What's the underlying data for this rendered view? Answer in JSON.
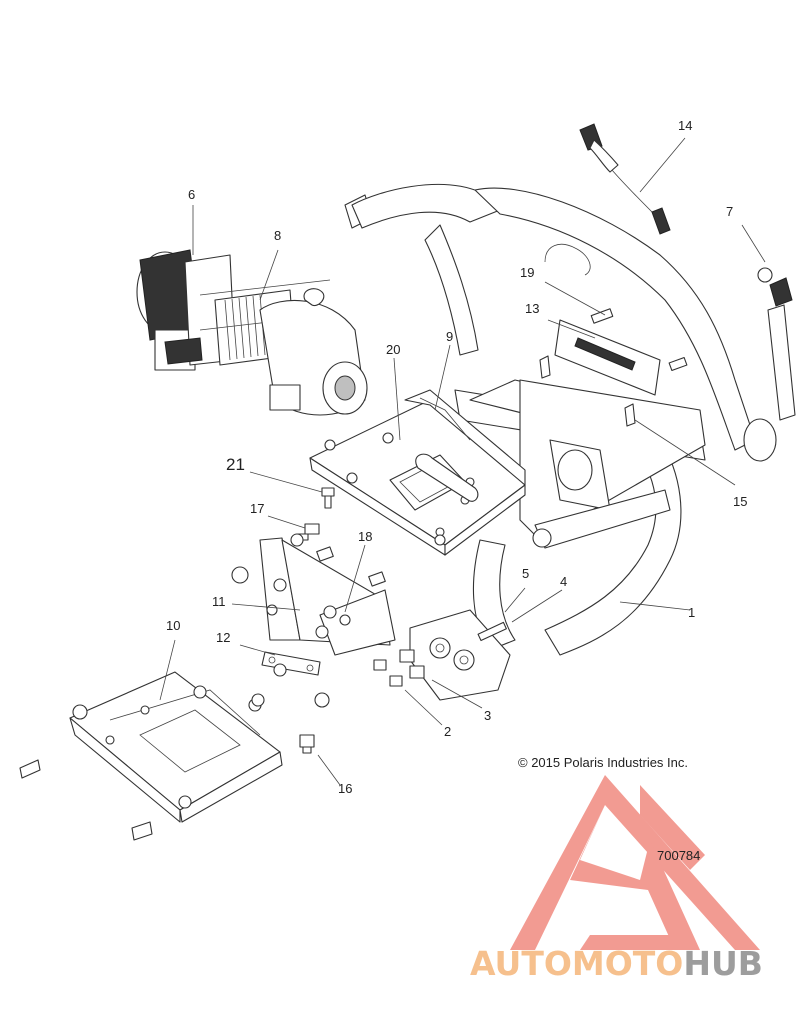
{
  "diagram": {
    "callouts": [
      {
        "id": "1",
        "label": "1"
      },
      {
        "id": "2",
        "label": "2"
      },
      {
        "id": "3",
        "label": "3"
      },
      {
        "id": "4",
        "label": "4"
      },
      {
        "id": "5",
        "label": "5"
      },
      {
        "id": "6",
        "label": "6"
      },
      {
        "id": "7",
        "label": "7"
      },
      {
        "id": "8",
        "label": "8"
      },
      {
        "id": "9",
        "label": "9"
      },
      {
        "id": "10",
        "label": "10"
      },
      {
        "id": "11",
        "label": "11"
      },
      {
        "id": "12",
        "label": "12"
      },
      {
        "id": "13",
        "label": "13"
      },
      {
        "id": "14",
        "label": "14"
      },
      {
        "id": "15",
        "label": "15"
      },
      {
        "id": "16",
        "label": "16"
      },
      {
        "id": "17",
        "label": "17"
      },
      {
        "id": "18",
        "label": "18"
      },
      {
        "id": "19",
        "label": "19"
      },
      {
        "id": "20",
        "label": "20"
      },
      {
        "id": "21",
        "label": "21"
      }
    ],
    "copyright": "© 2015 Polaris Industries Inc.",
    "part_number": "700784"
  },
  "watermark": {
    "text_part1": "AUTOMOTO",
    "text_part2": "HUB",
    "color_primary": "#f08a80",
    "color_orange": "#f5b67a",
    "color_grey": "#8c8c8c"
  }
}
